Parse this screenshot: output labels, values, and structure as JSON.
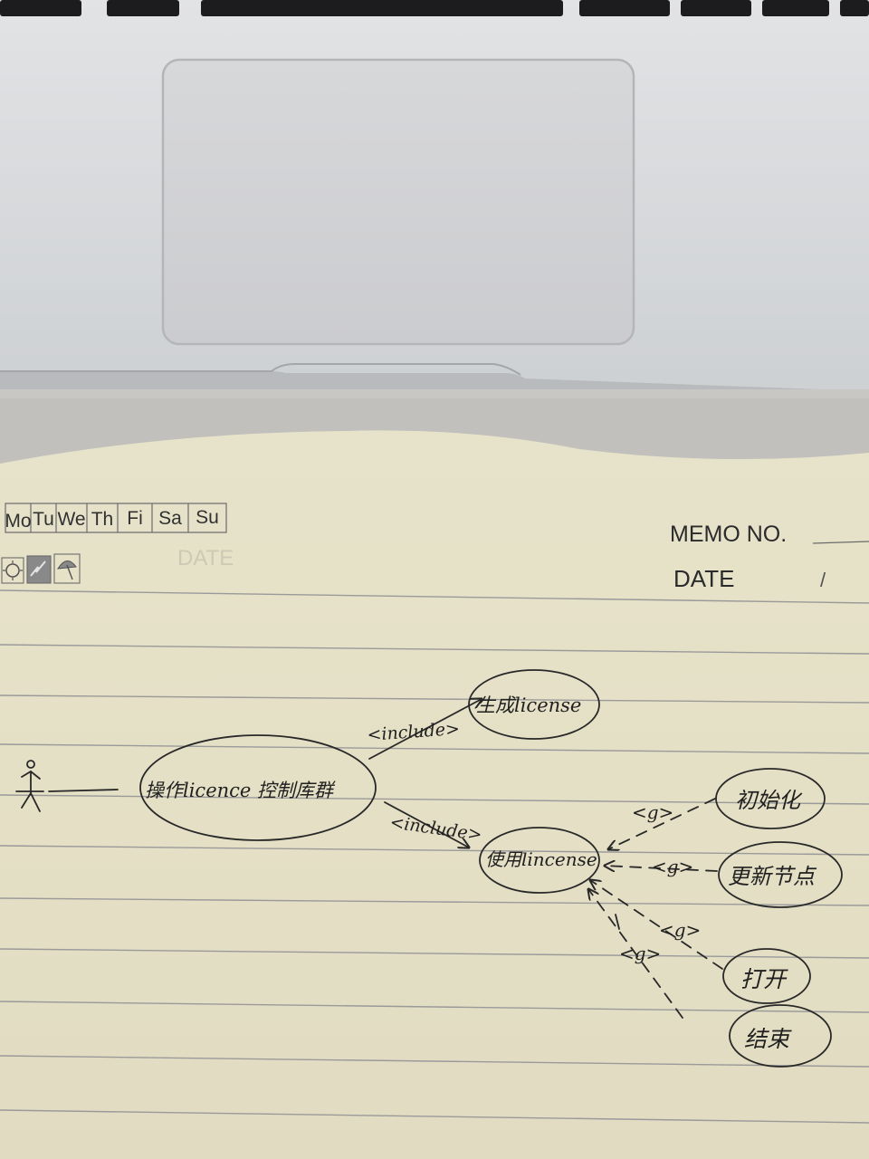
{
  "notebook": {
    "weekdays": [
      "Mo",
      "Tu",
      "We",
      "Th",
      "Fi",
      "Sa",
      "Su"
    ],
    "weather_icons": [
      "sun-icon",
      "cloud-lightning-icon",
      "umbrella-icon"
    ],
    "memo_label": "MEMO NO.",
    "date_label": "DATE",
    "date_separator": "/"
  },
  "diagram": {
    "actor_symbol": "\u001d",
    "nodes": {
      "main": "操作licence 控制库群",
      "generate": "生成license",
      "use": "使用lincense",
      "init": "初始化",
      "update": "更新节点",
      "open": "打开",
      "close": "结束"
    },
    "edge_labels": {
      "include_top": "<include>",
      "include_bottom": "<include>",
      "g_init": "<g>",
      "g_update": "<g>",
      "g_open": "<g>",
      "g_close": "<g>"
    }
  }
}
